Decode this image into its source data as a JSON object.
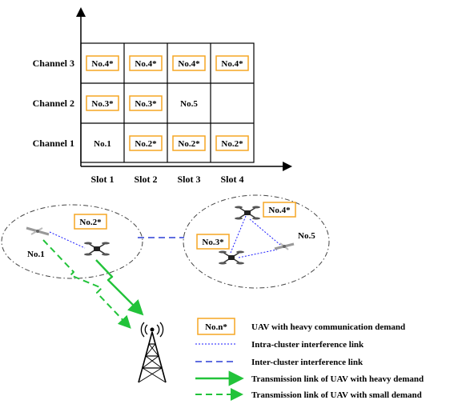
{
  "grid": {
    "channels": [
      "Channel 1",
      "Channel 2",
      "Channel 3"
    ],
    "slots": [
      "Slot 1",
      "Slot 2",
      "Slot 3",
      "Slot 4"
    ],
    "cells": [
      {
        "channel": 3,
        "slot": 1,
        "text": "No.4*",
        "heavy": true
      },
      {
        "channel": 3,
        "slot": 2,
        "text": "No.4*",
        "heavy": true
      },
      {
        "channel": 3,
        "slot": 3,
        "text": "No.4*",
        "heavy": true
      },
      {
        "channel": 3,
        "slot": 4,
        "text": "No.4*",
        "heavy": true
      },
      {
        "channel": 2,
        "slot": 1,
        "text": "No.3*",
        "heavy": true
      },
      {
        "channel": 2,
        "slot": 2,
        "text": "No.3*",
        "heavy": true
      },
      {
        "channel": 2,
        "slot": 3,
        "text": "No.5",
        "heavy": false
      },
      {
        "channel": 1,
        "slot": 1,
        "text": "No.1",
        "heavy": false
      },
      {
        "channel": 1,
        "slot": 2,
        "text": "No.2*",
        "heavy": true
      },
      {
        "channel": 1,
        "slot": 3,
        "text": "No.2*",
        "heavy": true
      },
      {
        "channel": 1,
        "slot": 4,
        "text": "No.2*",
        "heavy": true
      }
    ]
  },
  "network": {
    "uav1": "No.1",
    "uav2": "No.2*",
    "uav3": "No.3*",
    "uav4": "No.4*",
    "uav5": "No.5"
  },
  "legend": {
    "box_label": "No.n*",
    "heavy_demand": "UAV with heavy communication demand",
    "intra": "Intra-cluster interference link",
    "inter": "Inter-cluster interference link",
    "tx_heavy": "Transmission link of UAV with heavy demand",
    "tx_small": "Transmission link of UAV with small demand"
  },
  "colors": {
    "highlight_box": "#f5a623",
    "intra_link": "#1a1aff",
    "inter_link": "#2b3fd6",
    "tx_link": "#22c33a"
  }
}
